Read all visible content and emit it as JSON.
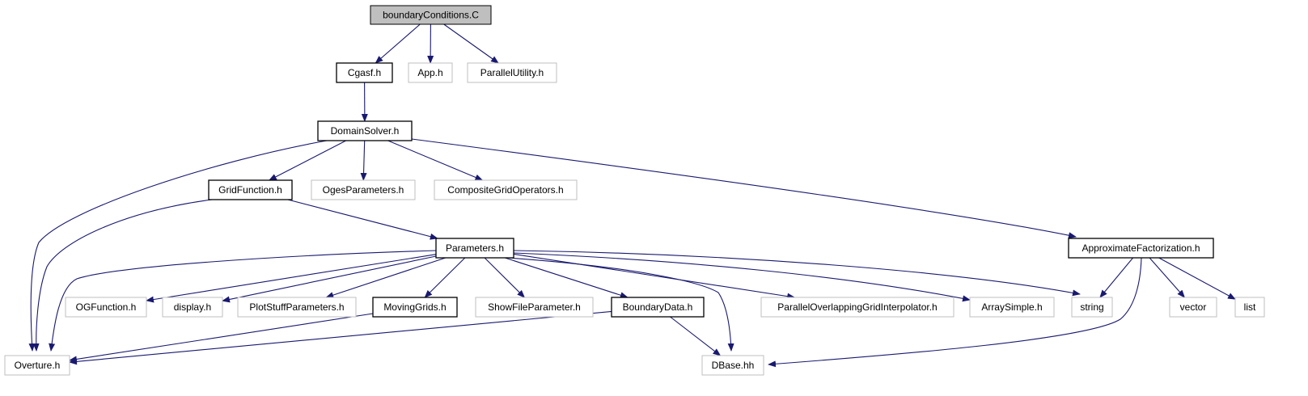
{
  "colors": {
    "edge": "#191970",
    "root_fill": "#bfbfbf",
    "documented_border": "#000000",
    "external_border": "#bfbfbf",
    "text": "#000000",
    "background": "#ffffff"
  },
  "nodes": [
    {
      "id": "bc",
      "label": "boundaryConditions.C",
      "kind": "root"
    },
    {
      "id": "cgasf",
      "label": "Cgasf.h",
      "kind": "documented"
    },
    {
      "id": "app",
      "label": "App.h",
      "kind": "external"
    },
    {
      "id": "parutil",
      "label": "ParallelUtility.h",
      "kind": "external"
    },
    {
      "id": "domsolver",
      "label": "DomainSolver.h",
      "kind": "documented"
    },
    {
      "id": "gridfunc",
      "label": "GridFunction.h",
      "kind": "documented"
    },
    {
      "id": "ogesparams",
      "label": "OgesParameters.h",
      "kind": "external"
    },
    {
      "id": "compgridops",
      "label": "CompositeGridOperators.h",
      "kind": "external"
    },
    {
      "id": "parameters",
      "label": "Parameters.h",
      "kind": "documented"
    },
    {
      "id": "approxfact",
      "label": "ApproximateFactorization.h",
      "kind": "documented"
    },
    {
      "id": "ogfunc",
      "label": "OGFunction.h",
      "kind": "external"
    },
    {
      "id": "display",
      "label": "display.h",
      "kind": "external"
    },
    {
      "id": "plotstuff",
      "label": "PlotStuffParameters.h",
      "kind": "external"
    },
    {
      "id": "movgrids",
      "label": "MovingGrids.h",
      "kind": "documented"
    },
    {
      "id": "showfile",
      "label": "ShowFileParameter.h",
      "kind": "external"
    },
    {
      "id": "bdata",
      "label": "BoundaryData.h",
      "kind": "documented"
    },
    {
      "id": "parinterp",
      "label": "ParallelOverlappingGridInterpolator.h",
      "kind": "external"
    },
    {
      "id": "arraysimple",
      "label": "ArraySimple.h",
      "kind": "external"
    },
    {
      "id": "string",
      "label": "string",
      "kind": "external"
    },
    {
      "id": "vector",
      "label": "vector",
      "kind": "external"
    },
    {
      "id": "list",
      "label": "list",
      "kind": "external"
    },
    {
      "id": "overture",
      "label": "Overture.h",
      "kind": "external"
    },
    {
      "id": "dbase",
      "label": "DBase.hh",
      "kind": "external"
    }
  ],
  "edges": [
    [
      "bc",
      "cgasf"
    ],
    [
      "bc",
      "app"
    ],
    [
      "bc",
      "parutil"
    ],
    [
      "cgasf",
      "domsolver"
    ],
    [
      "domsolver",
      "overture"
    ],
    [
      "domsolver",
      "gridfunc"
    ],
    [
      "domsolver",
      "ogesparams"
    ],
    [
      "domsolver",
      "compgridops"
    ],
    [
      "domsolver",
      "approxfact"
    ],
    [
      "gridfunc",
      "overture"
    ],
    [
      "gridfunc",
      "parameters"
    ],
    [
      "parameters",
      "overture"
    ],
    [
      "parameters",
      "ogfunc"
    ],
    [
      "parameters",
      "display"
    ],
    [
      "parameters",
      "plotstuff"
    ],
    [
      "parameters",
      "movgrids"
    ],
    [
      "parameters",
      "showfile"
    ],
    [
      "parameters",
      "bdata"
    ],
    [
      "parameters",
      "dbase"
    ],
    [
      "parameters",
      "parinterp"
    ],
    [
      "parameters",
      "arraysimple"
    ],
    [
      "parameters",
      "string"
    ],
    [
      "approxfact",
      "string"
    ],
    [
      "approxfact",
      "dbase"
    ],
    [
      "approxfact",
      "vector"
    ],
    [
      "approxfact",
      "list"
    ],
    [
      "movgrids",
      "overture"
    ],
    [
      "bdata",
      "overture"
    ],
    [
      "bdata",
      "dbase"
    ]
  ]
}
